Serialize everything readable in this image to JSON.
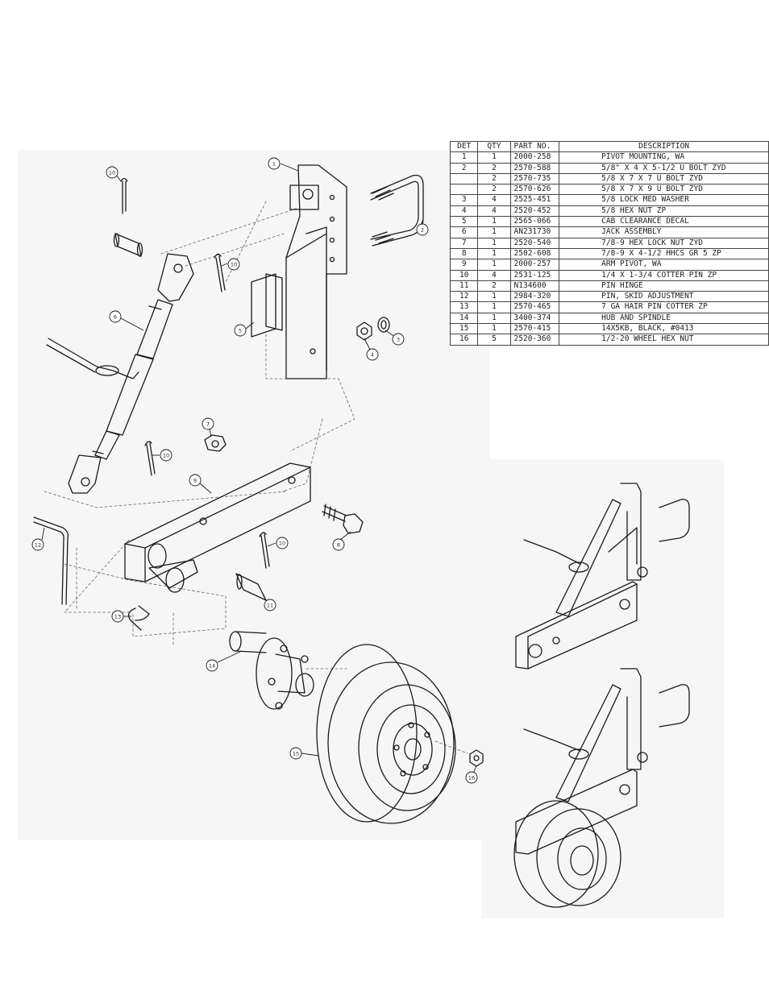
{
  "parts_table": {
    "headers": [
      "DET",
      "QTY",
      "PART NO.",
      "DESCRIPTION"
    ],
    "rows": [
      [
        "1",
        "1",
        "2000-258",
        "PIVOT MOUNTING, WA"
      ],
      [
        "2",
        "2",
        "2570-588",
        "5/8\" X 4 X 5-1/2 U BOLT ZYD"
      ],
      [
        "",
        "2",
        "2570-735",
        "5/8 X 7 X 7 U BOLT ZYD"
      ],
      [
        "",
        "2",
        "2570-626",
        "5/8 X 7 X 9 U BOLT ZYD"
      ],
      [
        "3",
        "4",
        "2525-451",
        "5/8 LOCK MED WASHER"
      ],
      [
        "4",
        "4",
        "2520-452",
        "5/8 HEX NUT ZP"
      ],
      [
        "5",
        "1",
        "2565-066",
        "CAB CLEARANCE DECAL"
      ],
      [
        "6",
        "1",
        "AN231730",
        "JACK ASSEMBLY"
      ],
      [
        "7",
        "1",
        "2520-540",
        "7/8-9 HEX LOCK NUT ZYD"
      ],
      [
        "8",
        "1",
        "2502-608",
        "7/8-9 X 4-1/2 HHCS GR 5 ZP"
      ],
      [
        "9",
        "1",
        "2000-257",
        "ARM PIVOT, WA"
      ],
      [
        "10",
        "4",
        "2531-125",
        "1/4 X 1-3/4 COTTER PIN ZP"
      ],
      [
        "11",
        "2",
        "N134600",
        "PIN HINGE"
      ],
      [
        "12",
        "1",
        "2984-320",
        "PIN, SKID ADJUSTMENT"
      ],
      [
        "13",
        "1",
        "2570-465",
        "7 GA HAIR PIN COTTER ZP"
      ],
      [
        "14",
        "1",
        "3400-374",
        "HUB AND SPINDLE"
      ],
      [
        "15",
        "1",
        "2570-415",
        "14X5KB, BLACK, #0413"
      ],
      [
        "16",
        "5",
        "2520-360",
        "1/2-20 WHEEL HEX NUT"
      ]
    ]
  },
  "callouts": {
    "c1": "1",
    "c2": "2",
    "c3": "3",
    "c4": "4",
    "c5": "5",
    "c6": "6",
    "c7": "7",
    "c8": "8",
    "c9": "9",
    "c10a": "10",
    "c10b": "10",
    "c10c": "10",
    "c10d": "10",
    "c11": "11",
    "c12": "12",
    "c13": "13",
    "c14": "14",
    "c15": "15",
    "c16": "16"
  }
}
